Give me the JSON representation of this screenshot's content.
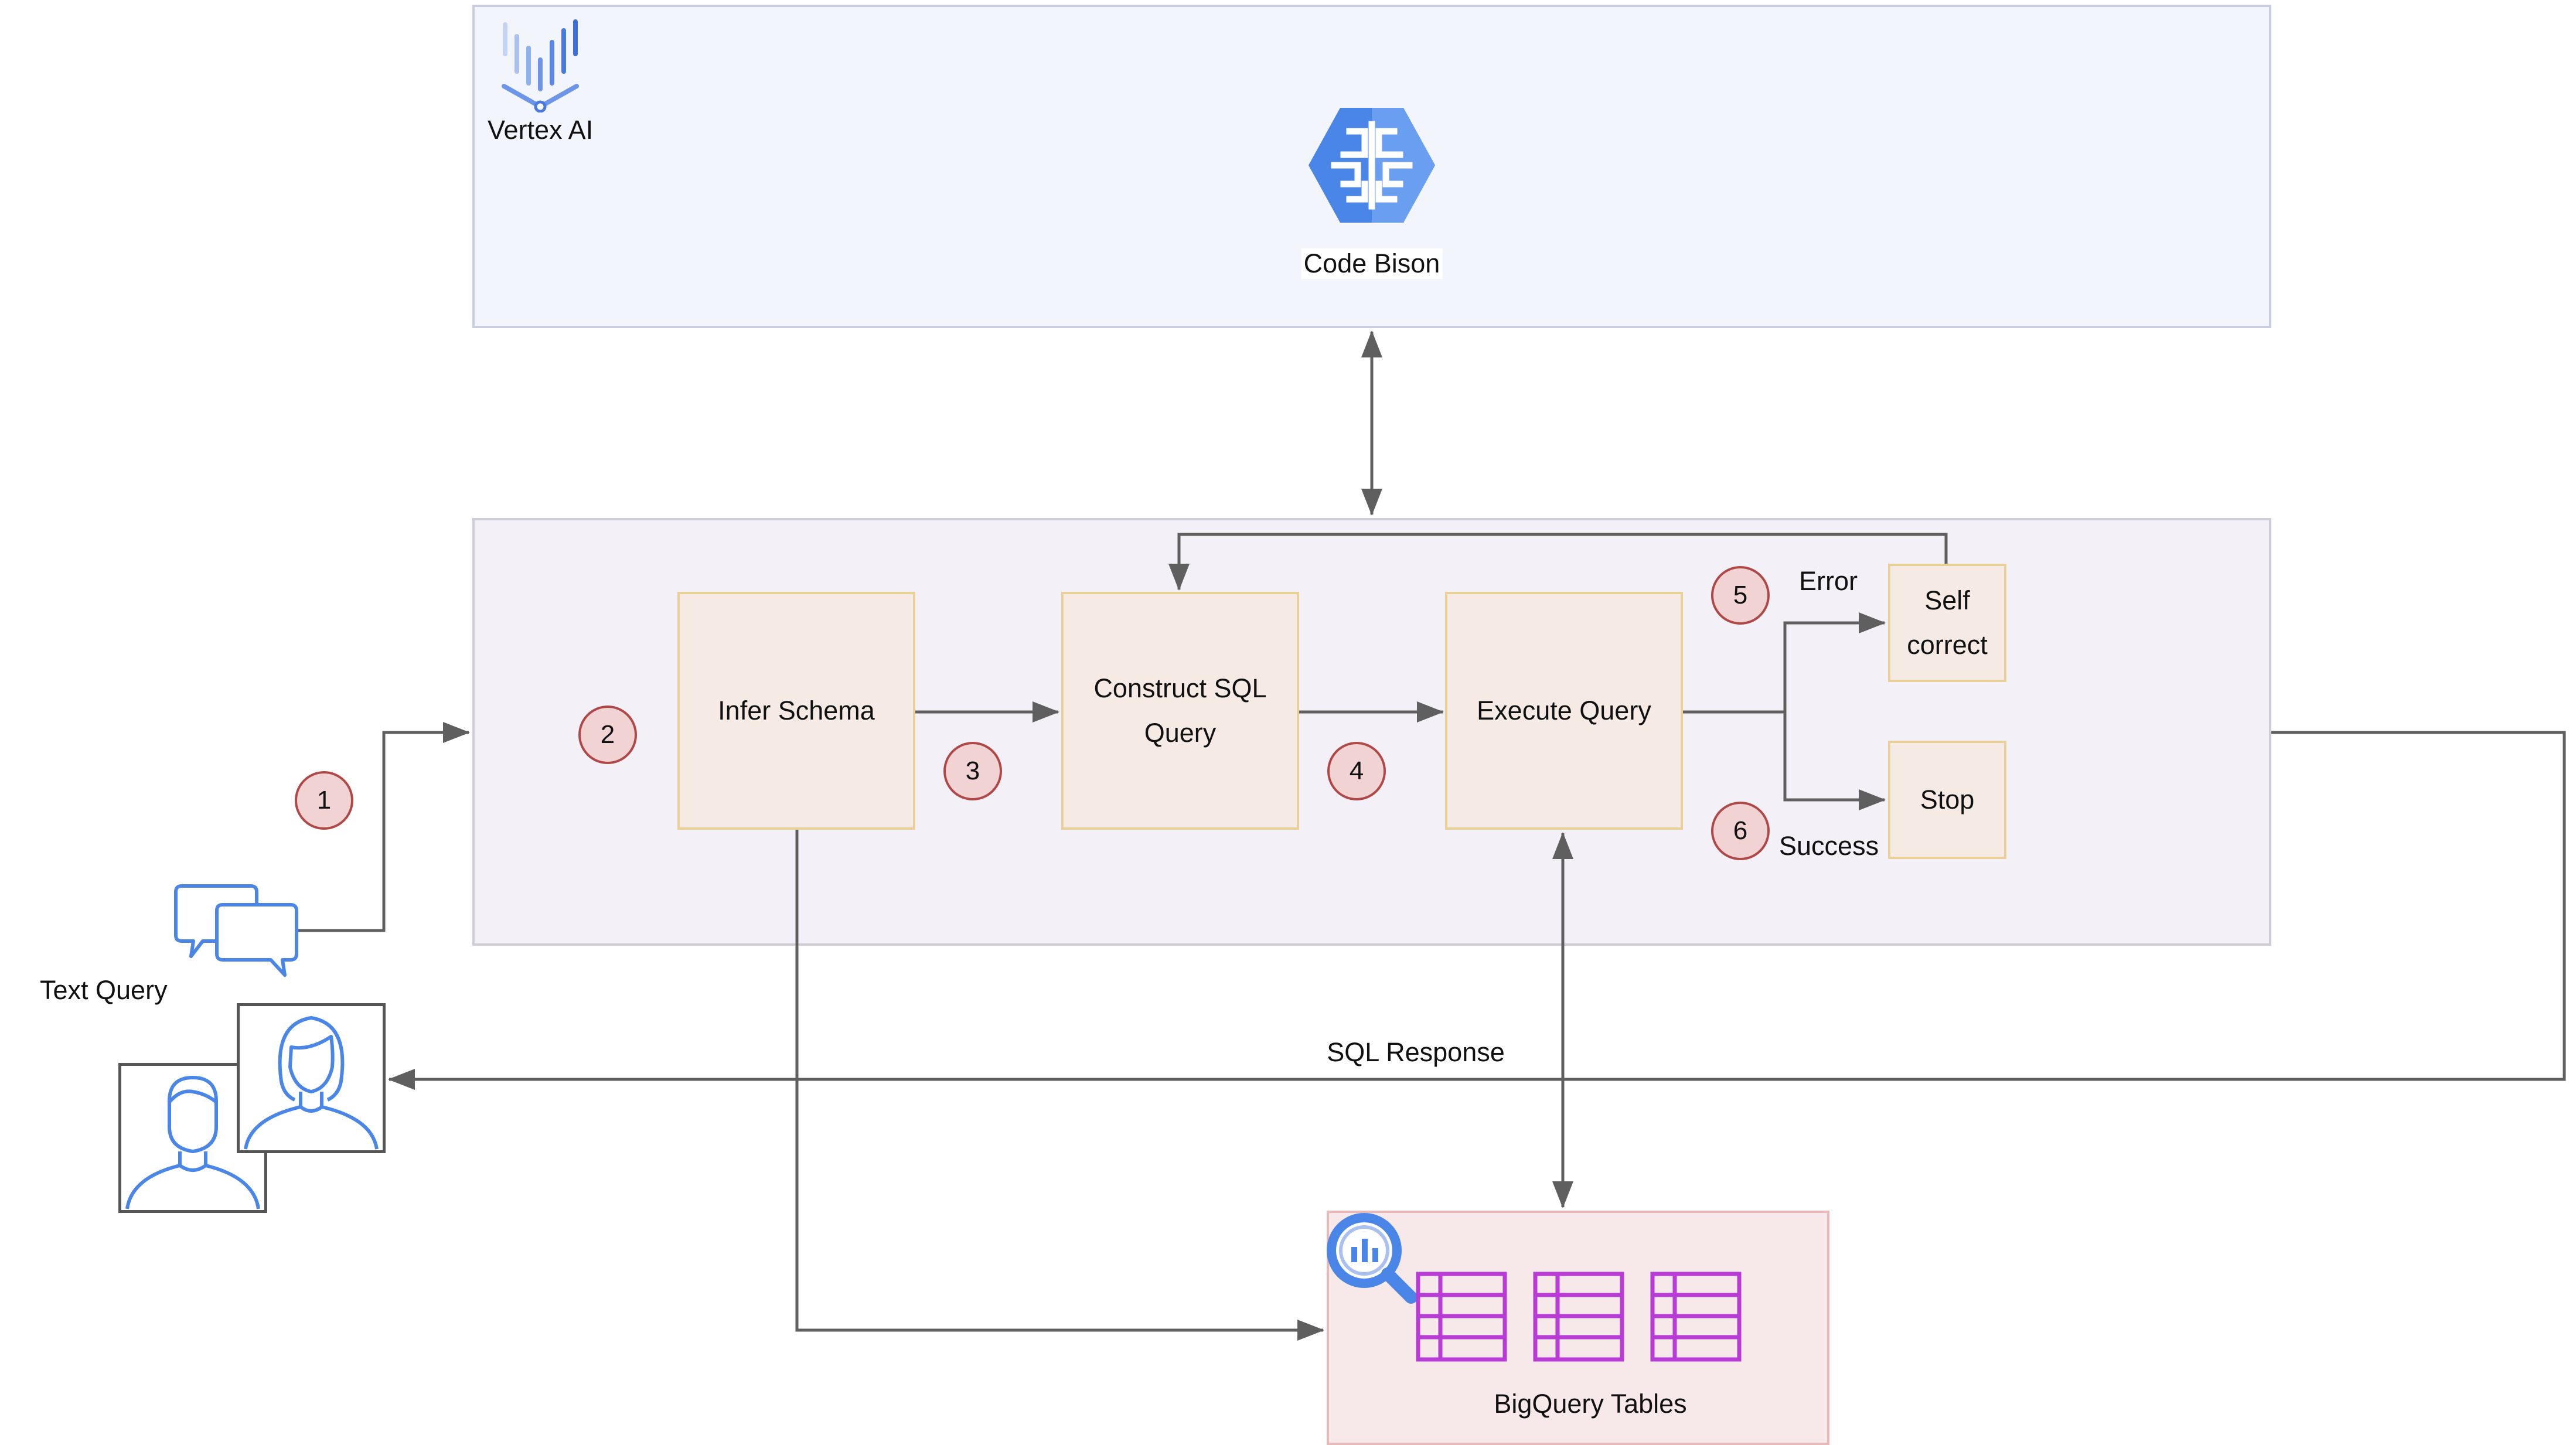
{
  "vertex": {
    "title": "Vertex AI",
    "model_label": "Code Bison"
  },
  "steps": {
    "infer_schema": "Infer Schema",
    "construct_sql": "Construct SQL\nQuery",
    "execute_query": "Execute Query",
    "self_correct": "Self\ncorrect",
    "stop": "Stop"
  },
  "badges": [
    "1",
    "2",
    "3",
    "4",
    "5",
    "6"
  ],
  "edge_labels": {
    "error": "Error",
    "success": "Success",
    "sql_response": "SQL Response"
  },
  "user": {
    "text_query_label": "Text Query"
  },
  "bigquery": {
    "label": "BigQuery Tables"
  },
  "colors": {
    "vertex_panel_bg": "#f3f5fd",
    "pipeline_panel_bg": "#f3f1f7",
    "step_fill": "#f5ebe4",
    "step_border": "#e9cf98",
    "badge_fill": "#f2d3d3",
    "badge_border": "#b04848",
    "connector": "#5f5f5f",
    "icon_blue": "#4a86e8",
    "table_purple": "#b73bd4",
    "bigquery_bg": "#f7e9e9"
  }
}
